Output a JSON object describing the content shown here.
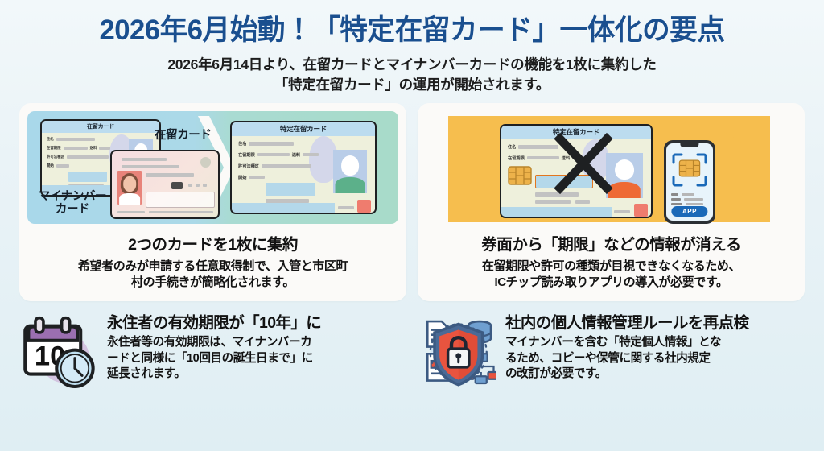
{
  "header": {
    "title": "2026年6月始動！「特定在留カード」一体化の要点",
    "subtitle_line1": "2026年6月14日より、在留カードとマイナンバーカードの機能を1枚に集約した",
    "subtitle_line2": "「特定在留カード」の運用が開始されます。",
    "title_color": "#1a4f8f"
  },
  "panels": [
    {
      "id": "panel-merge",
      "illustration": {
        "left_card_title": "在留カード",
        "left_card_fields": [
          "住名",
          "在留期限",
          "許可法種区",
          "開始"
        ],
        "right_card_title": "特定在留カード",
        "right_card_fields": [
          "住名",
          "在留期限",
          "許可法種区",
          "開始"
        ],
        "inline_field_label": "送料",
        "label_zairyu": "在留カード",
        "label_mynumber_line1": "マイナンバー",
        "label_mynumber_line2": "カード",
        "arrow": "chevron-right"
      },
      "caption_title": "2つのカードを1枚に集約",
      "caption_body_line1": "希望者のみが申請する任意取得制で、入管と市区町",
      "caption_body_line2": "村の手続きが簡略化されます。"
    },
    {
      "id": "panel-expiry-hidden",
      "illustration": {
        "card_title": "特定在留カード",
        "card_fields": [
          "住名",
          "在留期限"
        ],
        "inline_field_label": "送料",
        "phone_app_label": "APP",
        "blob_color": "#f6b93f",
        "cross_mark": "x-mark"
      },
      "caption_title": "券面から「期限」などの情報が消える",
      "caption_body_line1": "在留期限や許可の種類が目視できなくなるため、",
      "caption_body_line2": "ICチップ読み取りアプリの導入が必要です。"
    }
  ],
  "bottom_blocks": [
    {
      "id": "block-ten-years",
      "icon": "calendar-clock-icon",
      "icon_number": "10",
      "icon_accent": "#9b6fb0",
      "title": "永住者の有効期限が「10年」に",
      "body_line1": "永住者等の有効期限は、マイナンバーカ",
      "body_line2": "ードと同様に「10回目の誕生日まで」に",
      "body_line3": "延長されます。"
    },
    {
      "id": "block-internal-rules",
      "icon": "shield-lock-data-icon",
      "icon_accent": "#e8543f",
      "title": "社内の個人情報管理ルールを再点検",
      "body_line1": "マイナンバーを含む「特定個人情報」とな",
      "body_line2": "るため、コピーや保管に関する社内規定",
      "body_line3": "の改訂が必要です。"
    }
  ]
}
